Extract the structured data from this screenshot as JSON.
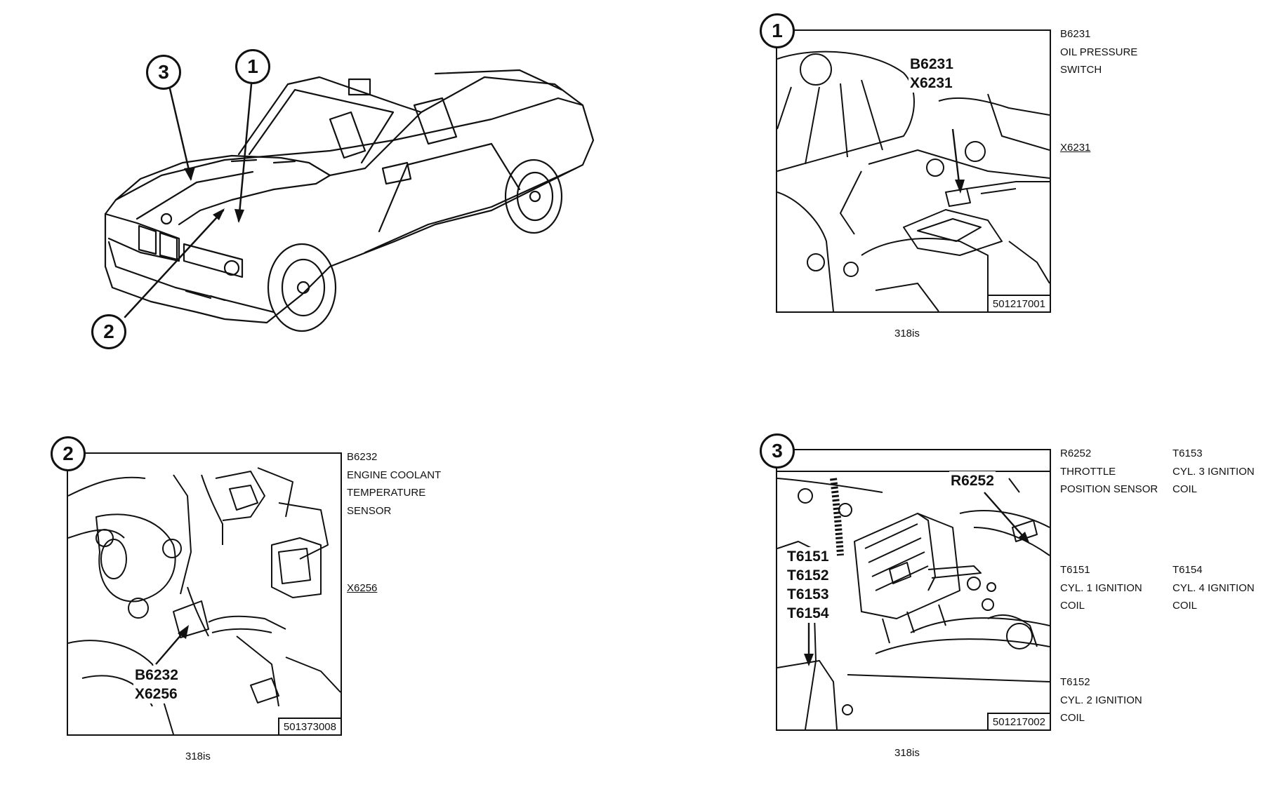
{
  "car": {
    "callouts": [
      "1",
      "2",
      "3"
    ]
  },
  "panel1": {
    "number": "1",
    "fig_id": "501217001",
    "labels": [
      "B6231",
      "X6231"
    ],
    "caption_lines": [
      "B6231",
      "OIL PRESSURE",
      "SWITCH"
    ],
    "connector": "X6231",
    "variant": "318is"
  },
  "panel2": {
    "number": "2",
    "fig_id": "501373008",
    "labels": [
      "B6232",
      "X6256"
    ],
    "caption_lines": [
      "B6232",
      "ENGINE COOLANT",
      "TEMPERATURE",
      "SENSOR"
    ],
    "connector": "X6256",
    "variant": "318is"
  },
  "panel3": {
    "number": "3",
    "fig_id": "501217002",
    "label_sensor": "R6252",
    "labels_coils": [
      "T6151",
      "T6152",
      "T6153",
      "T6154"
    ],
    "captions": {
      "r6252": [
        "R6252",
        "THROTTLE",
        "POSITION SENSOR"
      ],
      "t6153": [
        "T6153",
        "CYL. 3 IGNITION",
        "COIL"
      ],
      "t6151": [
        "T6151",
        "CYL. 1 IGNITION",
        "COIL"
      ],
      "t6154": [
        "T6154",
        "CYL. 4 IGNITION",
        "COIL"
      ],
      "t6152": [
        "T6152",
        "CYL. 2 IGNITION",
        "COIL"
      ]
    },
    "variant": "318is"
  }
}
